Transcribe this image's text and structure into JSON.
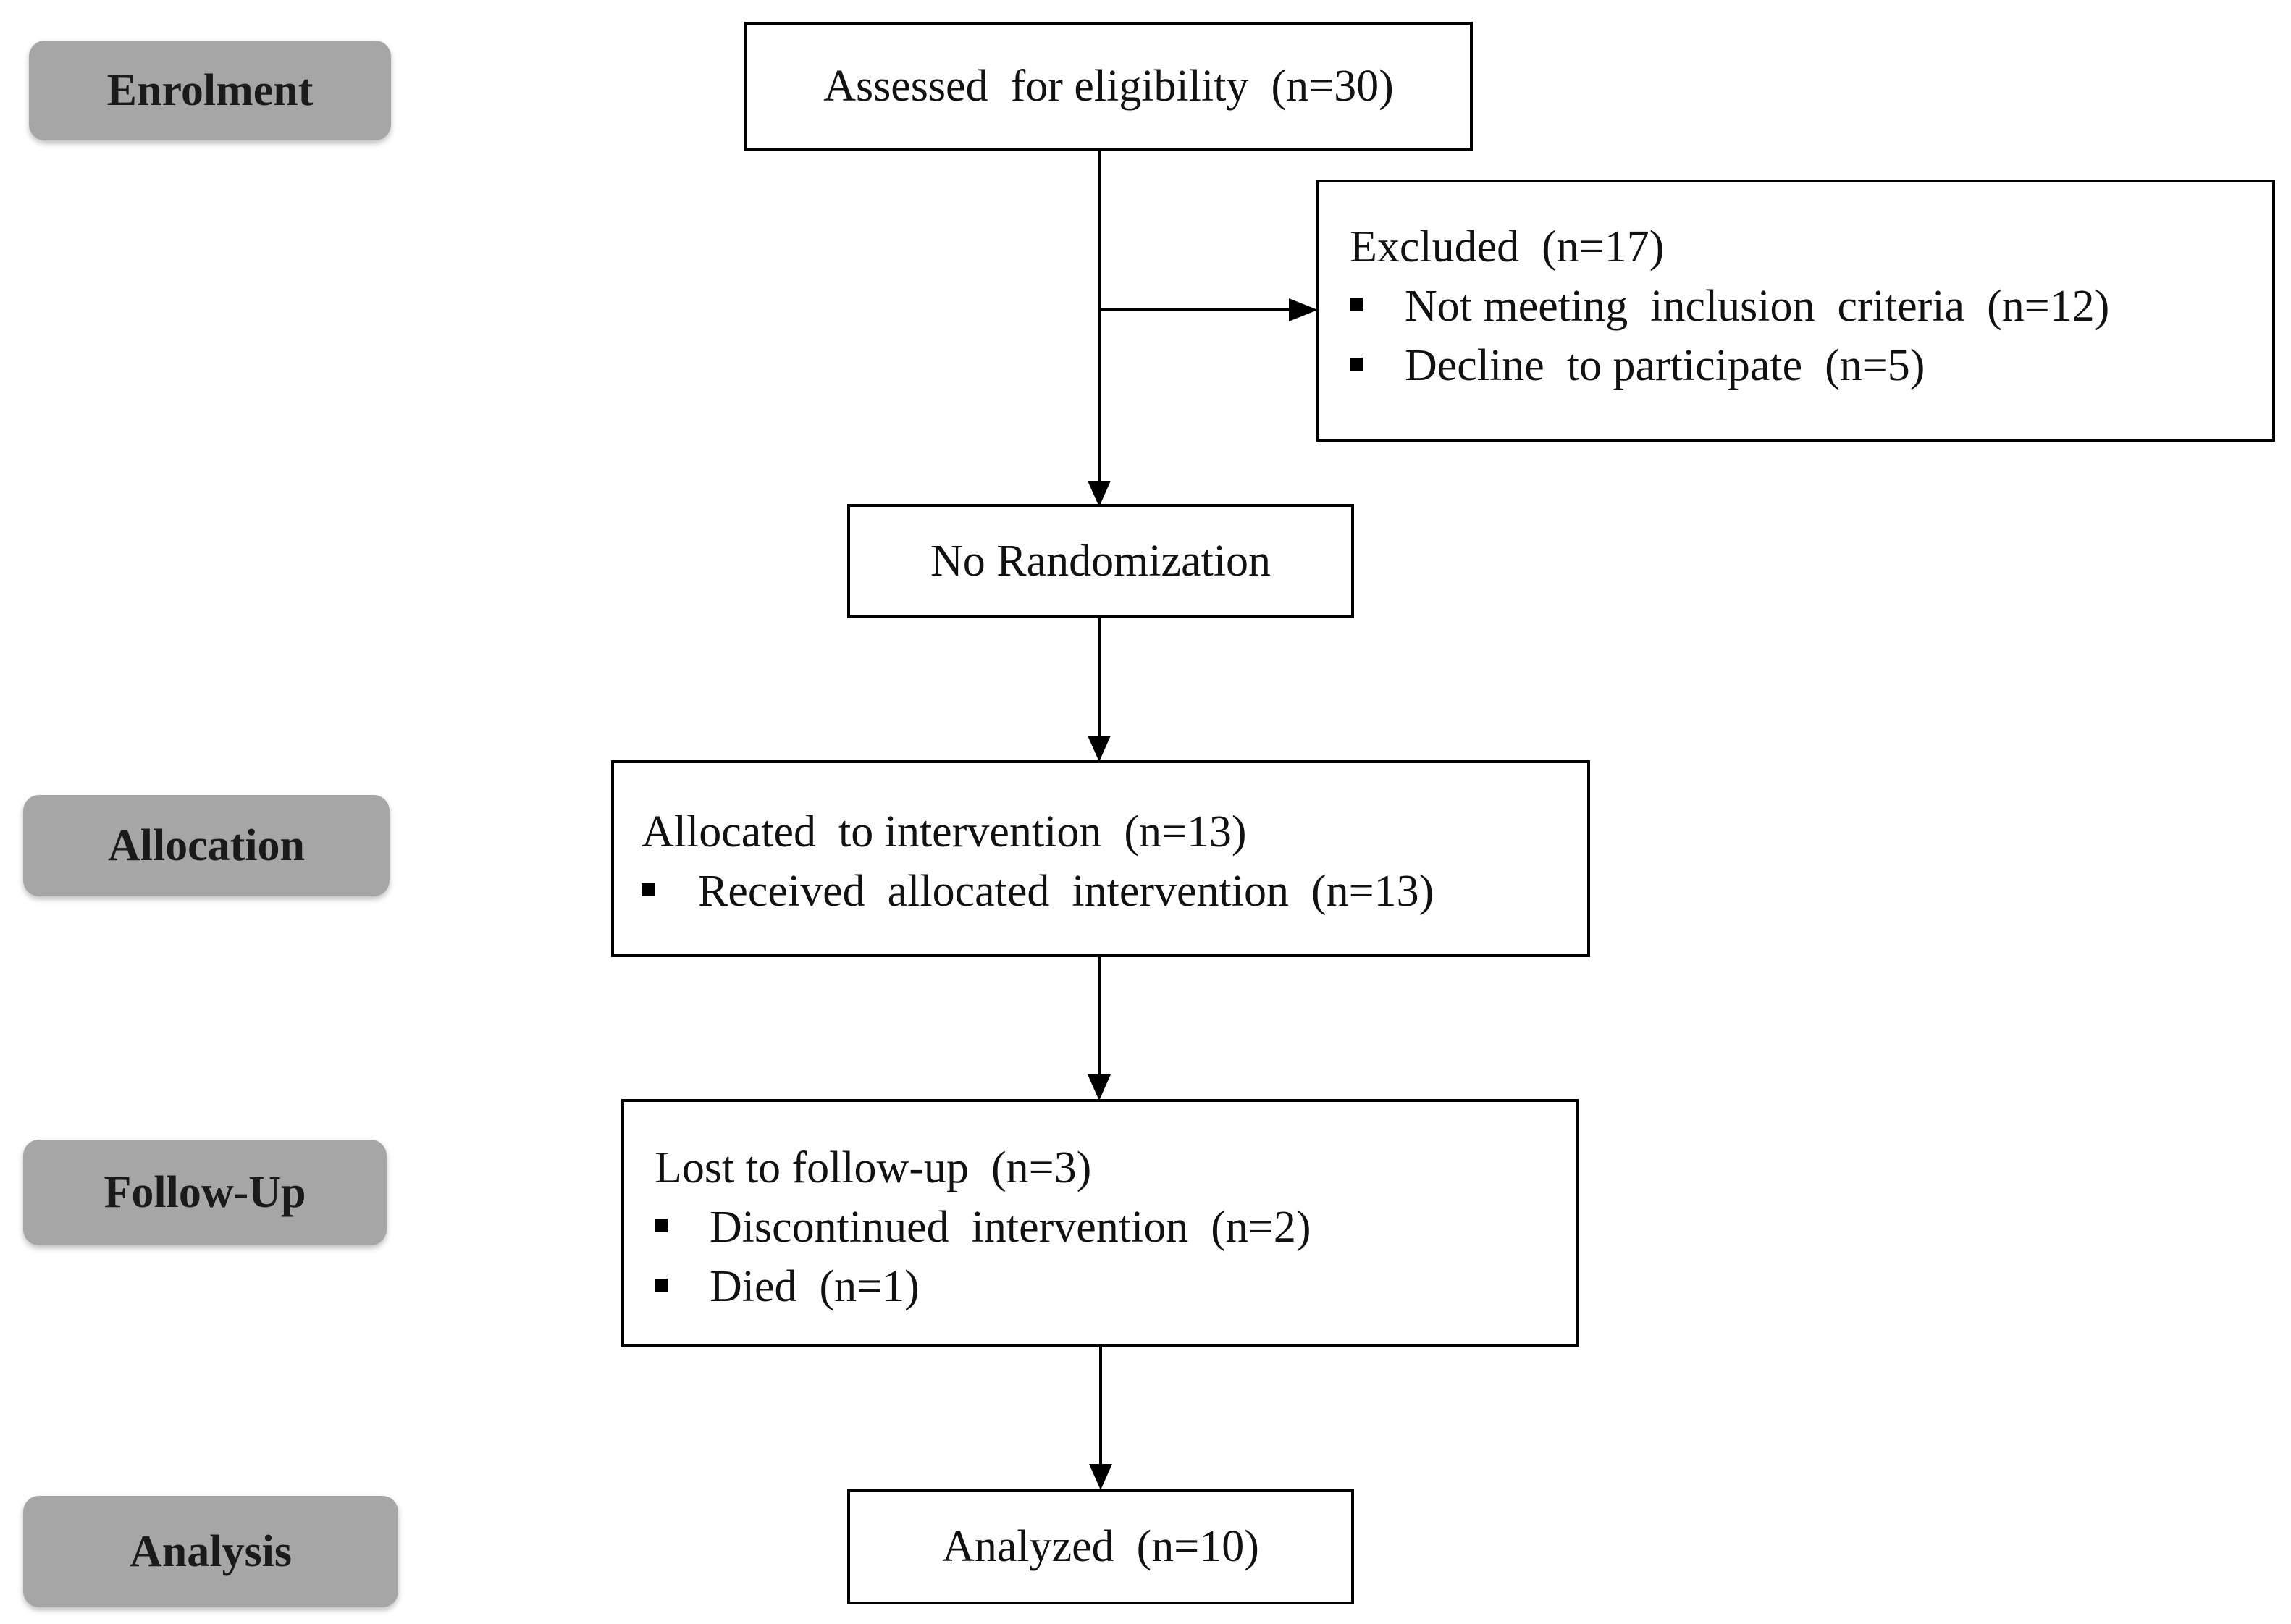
{
  "phases": {
    "enrolment": "Enrolment",
    "allocation": "Allocation",
    "follow_up": "Follow-Up",
    "analysis": "Analysis"
  },
  "boxes": {
    "assessed": {
      "title": "Assessed  for eligibility  (n=30)"
    },
    "excluded": {
      "title": "Excluded  (n=17)",
      "items": [
        "Not meeting  inclusion  criteria  (n=12)",
        "Decline  to participate  (n=5)"
      ]
    },
    "randomization": {
      "title": "No Randomization"
    },
    "allocated": {
      "title": "Allocated  to intervention  (n=13)",
      "items": [
        "Received  allocated  intervention  (n=13)"
      ]
    },
    "lost": {
      "title": "Lost to follow-up  (n=3)",
      "items": [
        "Discontinued  intervention  (n=2)",
        "Died  (n=1)"
      ]
    },
    "analyzed": {
      "title": "Analyzed  (n=10)"
    }
  },
  "colors": {
    "phase_fill": "#a6a6a6",
    "line": "#000000"
  }
}
